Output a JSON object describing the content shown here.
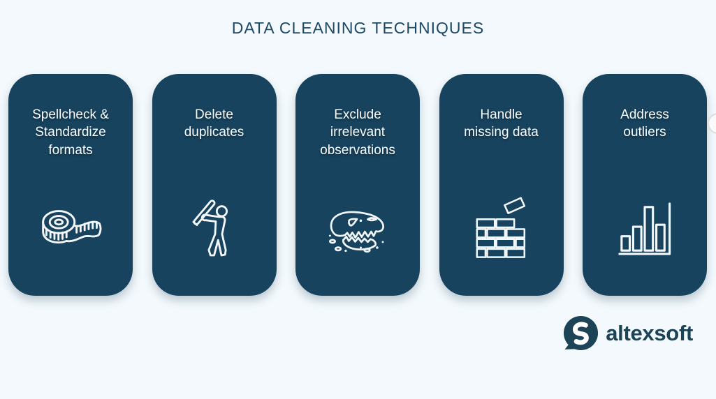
{
  "title": "DATA CLEANING TECHNIQUES",
  "cards": [
    {
      "label": "Spellcheck &\nStandardize\nformats",
      "icon": "measuring-tape-icon"
    },
    {
      "label": "Delete\nduplicates",
      "icon": "baseball-batter-icon"
    },
    {
      "label": "Exclude\nirrelevant\nobservations",
      "icon": "dinosaur-skull-icon"
    },
    {
      "label": "Handle\nmissing data",
      "icon": "brick-wall-icon"
    },
    {
      "label": "Address\noutliers",
      "icon": "bar-chart-icon"
    }
  ],
  "brand": {
    "name": "altexsoft"
  },
  "colors": {
    "background": "#f3f9fc",
    "card": "#17435e",
    "card_text": "#fbfdfe",
    "title": "#1d4965",
    "icon_stroke": "#f4f7f9",
    "brand_text": "#1d4357"
  }
}
